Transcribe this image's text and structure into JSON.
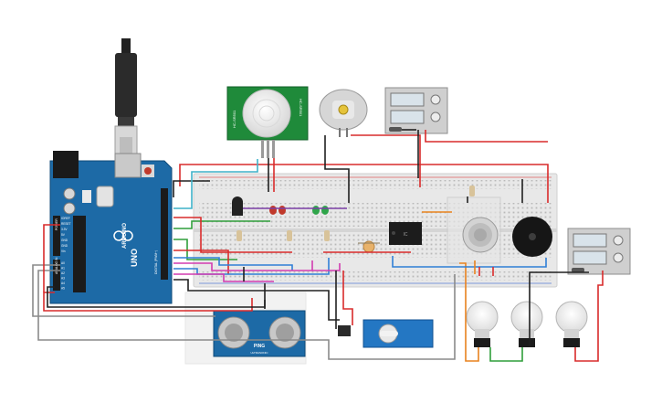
{
  "arduino": {
    "brand": "ARDUINO",
    "model": "UNO",
    "pin_aref": "AREF",
    "pin_gnd": "GND",
    "digital_label": "DIGITAL (PWM~)",
    "power_label": "POWER",
    "analog_label": "ANALOG IN",
    "power_pins": [
      "IOREF",
      "RESET",
      "3.3V",
      "5V",
      "GND",
      "GND",
      "Vin"
    ],
    "analog_pins": [
      "A0",
      "A1",
      "A2",
      "A3",
      "A4",
      "A5"
    ]
  },
  "pir": {
    "label_left": "HC-SR501",
    "label_right": "HC-SR501"
  },
  "ultrasonic": {
    "name": "PING",
    "sub": "ULTRASONIC"
  },
  "ic": {
    "label": "IC"
  },
  "colors": {
    "red": "#d92b2b",
    "black": "#202020",
    "green": "#2f9e3a",
    "orange": "#e8821e",
    "blue": "#2f7fd6",
    "cyan": "#3fb2c9",
    "magenta": "#d23bb0",
    "purple": "#7a3fa6",
    "gray": "#8a8a8a",
    "board_blue": "#1d6aa6",
    "pcb_green": "#1f8a3a"
  }
}
